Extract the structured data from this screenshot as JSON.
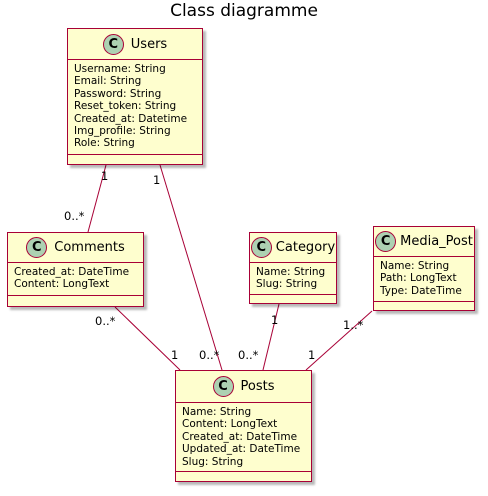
{
  "title": "Class diagramme",
  "classes": {
    "users": {
      "name": "Users",
      "spot": "C",
      "attributes": [
        "Username: String",
        "Email: String",
        "Password: String",
        "Reset_token: String",
        "Created_at: Datetime",
        "Img_profile: String",
        "Role: String"
      ]
    },
    "comments": {
      "name": "Comments",
      "spot": "C",
      "attributes": [
        "Created_at: DateTime",
        "Content: LongText"
      ]
    },
    "category": {
      "name": "Category",
      "spot": "C",
      "attributes": [
        "Name: String",
        "Slug: String"
      ]
    },
    "media_post": {
      "name": "Media_Post",
      "spot": "C",
      "attributes": [
        "Name: String",
        "Path: LongText",
        "Type: DateTime"
      ]
    },
    "posts": {
      "name": "Posts",
      "spot": "C",
      "attributes": [
        "Name: String",
        "Content: LongText",
        "Created_at: DateTime",
        "Updated_at: DateTime",
        "Slug: String"
      ]
    }
  },
  "associations": [
    {
      "from": "Users",
      "to": "Comments",
      "from_mult": "1",
      "to_mult": "0..*"
    },
    {
      "from": "Users",
      "to": "Posts",
      "from_mult": "1",
      "to_mult": "0..*"
    },
    {
      "from": "Comments",
      "to": "Posts",
      "from_mult": "0..*",
      "to_mult": "1"
    },
    {
      "from": "Category",
      "to": "Posts",
      "from_mult": "1",
      "to_mult": "0..*"
    },
    {
      "from": "Media_Post",
      "to": "Posts",
      "from_mult": "1..*",
      "to_mult": "1"
    }
  ],
  "colors": {
    "box_fill": "#FEFECE",
    "border": "#A80036",
    "spot_fill": "#ADD1B2"
  }
}
